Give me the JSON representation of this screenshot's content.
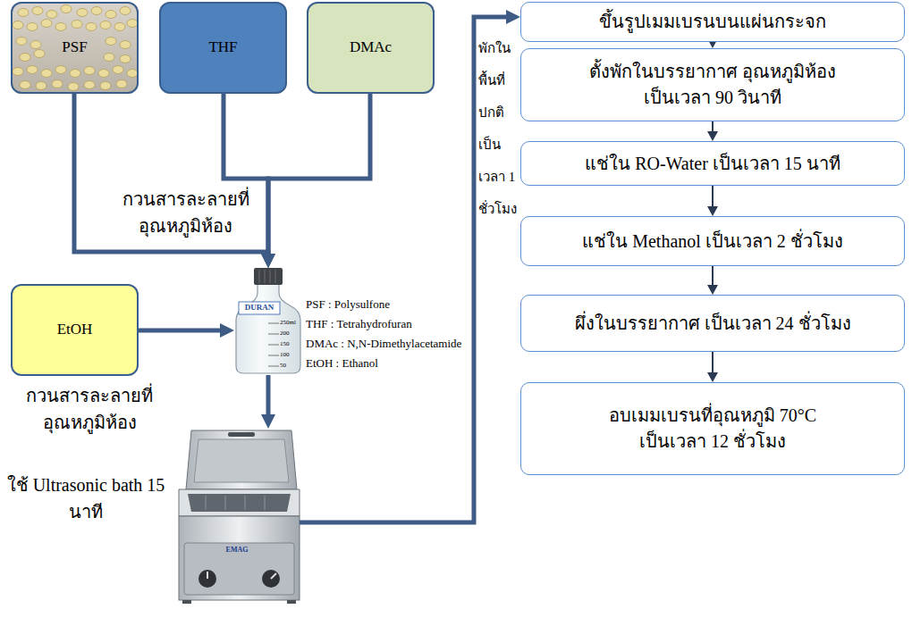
{
  "diagram": {
    "nodes": [
      {
        "text": [
          "PSF"
        ]
      },
      {
        "text": [
          "THF"
        ]
      },
      {
        "text": [
          "DMAc"
        ]
      },
      {
        "text": [
          "EtOH"
        ]
      },
      {
        "text": [
          "DURAN",
          "250ml",
          "200",
          "150",
          "100",
          "50"
        ]
      },
      {
        "text": [
          "ใช้ Ultrasonic bath 15 นาที",
          "EMAG"
        ]
      },
      {
        "text": [
          "ขึ้นรูปเมมเบรนบนแผ่นกระจก"
        ]
      },
      {
        "text": [
          "ตั้งพักในบรรยากาศ อุณหภูมิห้อง เป็นเวลา 90 วินาที"
        ]
      },
      {
        "text": [
          "แช่ใน RO-Water เป็นเวลา 15 นาที"
        ]
      },
      {
        "text": [
          "แช่ใน Methanol เป็นเวลา 2 ชั่วโมง"
        ]
      },
      {
        "text": [
          "ผึ่งในบรรยากาศ เป็นเวลา 24 ชั่วโมง"
        ]
      },
      {
        "text": [
          "อบเมมเบรนที่อุณหภูมิ 70°C เป็นเวลา 12 ชั่วโมง"
        ]
      }
    ],
    "edges": [
      {
        "from": 0,
        "to": 4,
        "arrow": "to"
      },
      {
        "from": 1,
        "to": 4,
        "arrow": "to"
      },
      {
        "from": 2,
        "to": 4,
        "arrow": "to"
      },
      {
        "from": 3,
        "to": 4,
        "arrow": "to"
      },
      {
        "from": 4,
        "to": 5,
        "arrow": "to"
      },
      {
        "from": 5,
        "to": 6,
        "label": "พักใน พื้นที่ ปกติ เป็น เวลา 1 ชั่วโมง",
        "arrow": "to"
      },
      {
        "from": 6,
        "to": 7,
        "arrow": "to"
      },
      {
        "from": 7,
        "to": 8,
        "arrow": "to"
      },
      {
        "from": 8,
        "to": 9,
        "arrow": "to"
      },
      {
        "from": 9,
        "to": 10,
        "arrow": "to"
      },
      {
        "from": 10,
        "to": 11,
        "arrow": "to"
      }
    ],
    "labels": [
      "กวนสารละลายที่ อุณหภูมิห้อง",
      "PSF : Polysulfone",
      "THF : Tetrahydrofuran",
      "DMAc : N,N-Dimethylacetamide",
      "EtOH : Ethanol",
      "กวนสารละลายที่ อุณหภูมิห้อง"
    ]
  }
}
